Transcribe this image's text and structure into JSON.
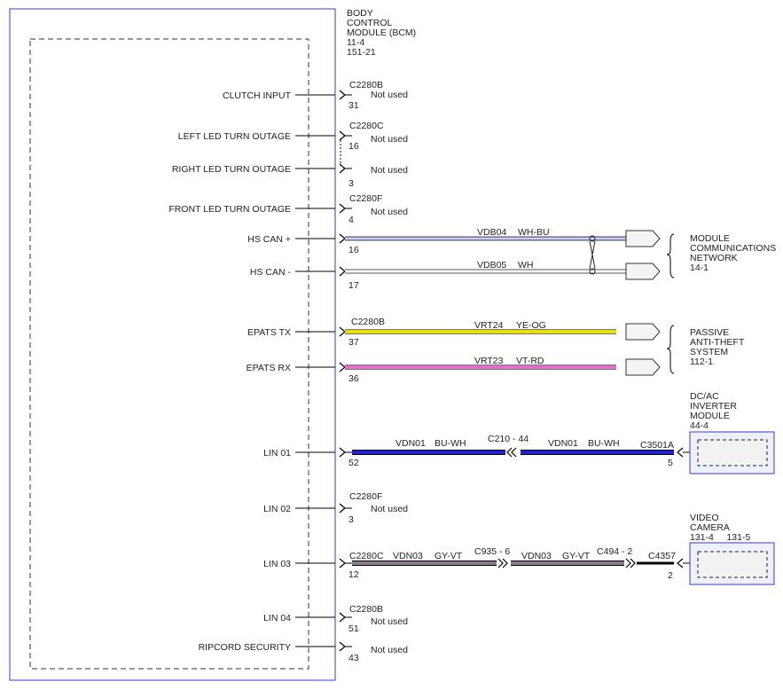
{
  "module": {
    "title_lines": [
      "BODY",
      "CONTROL",
      "MODULE (BCM)",
      "11-4",
      "151-21"
    ]
  },
  "pins": [
    {
      "id": "clutch",
      "label": "CLUTCH INPUT",
      "connector": "C2280B",
      "pin": "31",
      "status": "Not used"
    },
    {
      "id": "left-led",
      "label": "LEFT LED TURN OUTAGE",
      "connector": "C2280C",
      "pin": "16",
      "status": "Not used"
    },
    {
      "id": "right-led",
      "label": "RIGHT LED TURN OUTAGE",
      "connector": "",
      "pin": "3",
      "status": "Not used"
    },
    {
      "id": "front-led",
      "label": "FRONT LED TURN OUTAGE",
      "connector": "C2280F",
      "pin": "4",
      "status": "Not used"
    },
    {
      "id": "hs-can-plus",
      "label": "HS CAN +",
      "connector": "",
      "pin": "16",
      "status": ""
    },
    {
      "id": "hs-can-minus",
      "label": "HS CAN -",
      "connector": "",
      "pin": "17",
      "status": ""
    },
    {
      "id": "epats-tx",
      "label": "EPATS TX",
      "connector": "C2280B",
      "pin": "37",
      "status": ""
    },
    {
      "id": "epats-rx",
      "label": "EPATS RX",
      "connector": "",
      "pin": "36",
      "status": ""
    },
    {
      "id": "lin01",
      "label": "LIN 01",
      "connector": "",
      "pin": "52",
      "status": ""
    },
    {
      "id": "lin02",
      "label": "LIN 02",
      "connector": "C2280F",
      "pin": "3",
      "status": "Not used"
    },
    {
      "id": "lin03",
      "label": "LIN 03",
      "connector": "C2280C",
      "pin": "12",
      "status": ""
    },
    {
      "id": "lin04",
      "label": "LIN 04",
      "connector": "C2280B",
      "pin": "51",
      "status": "Not used"
    },
    {
      "id": "ripcord",
      "label": "RIPCORD SECURITY",
      "connector": "",
      "pin": "43",
      "status": "Not used"
    }
  ],
  "wires": {
    "vdb04": {
      "circuit": "VDB04",
      "color_code": "WH-BU"
    },
    "vdb05": {
      "circuit": "VDB05",
      "color_code": "WH"
    },
    "vrt24": {
      "circuit": "VRT24",
      "color_code": "YE-OG"
    },
    "vrt23": {
      "circuit": "VRT23",
      "color_code": "VT-RD"
    },
    "vdn01_a": {
      "circuit": "VDN01",
      "color_code": "BU-WH"
    },
    "vdn01_b": {
      "circuit": "VDN01",
      "color_code": "BU-WH"
    },
    "vdn03_a": {
      "circuit": "VDN03",
      "color_code": "GY-VT"
    },
    "vdn03_b": {
      "circuit": "VDN03",
      "color_code": "GY-VT"
    }
  },
  "connectors": {
    "c210": "C210 - 44",
    "c3501a": "C3501A",
    "c3501a_pin": "5",
    "c935": "C935 - 6",
    "c494": "C494 - 2",
    "c4357": "C4357",
    "c4357_pin": "2"
  },
  "destinations": {
    "mcn": [
      "MODULE",
      "COMMUNICATIONS",
      "NETWORK",
      "14-1"
    ],
    "pats": [
      "PASSIVE",
      "ANTI-THEFT",
      "SYSTEM",
      "112-1"
    ],
    "inverter": [
      "DC/AC",
      "INVERTER",
      "MODULE",
      "44-4"
    ],
    "camera": [
      "VIDEO",
      "CAMERA",
      "131-4     131-5"
    ]
  },
  "colors": {
    "module_border": "#3a3ad6",
    "wh_bu": "#9aa0f0",
    "wh": "#c8c8c8",
    "ye_og": "#e8e000",
    "vt_rd": "#e070c8",
    "bu_wh": "#2020d0",
    "gy_vt": "#8a7a8a",
    "black": "#000000"
  }
}
